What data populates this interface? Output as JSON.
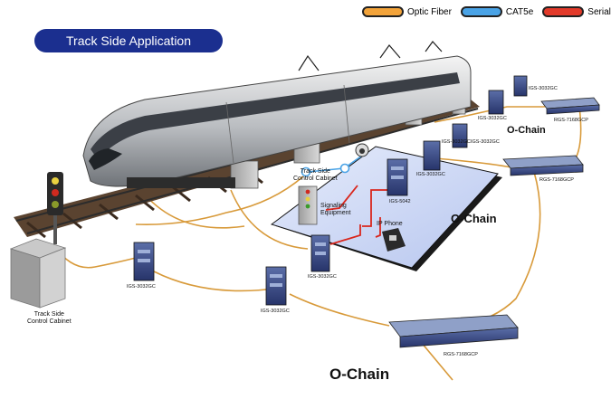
{
  "title": "Track Side Application",
  "legend": [
    {
      "label": "Optic Fiber",
      "color": "#f2a33a"
    },
    {
      "label": "CAT5e",
      "color": "#4aa3e6"
    },
    {
      "label": "Serial",
      "color": "#e23a2a"
    }
  ],
  "labels": {
    "igs_3032gc": "IGS-3032GC",
    "rgs_7168gcp": "RGS-7168GCP",
    "igs_5042": "IGS-5042",
    "track_side_cabinet": "Track Side\nControl Cabinet",
    "signaling_equipment": "Signaling\nEquipment",
    "ip_phone": "IP Phone",
    "o_chain": "O-Chain"
  },
  "colors": {
    "fiber": "#d89a3a",
    "cat5e": "#4aa3e6",
    "serial": "#d9261c",
    "switch_blue": "#2d4f9a",
    "platform": "#cfd9f5"
  }
}
